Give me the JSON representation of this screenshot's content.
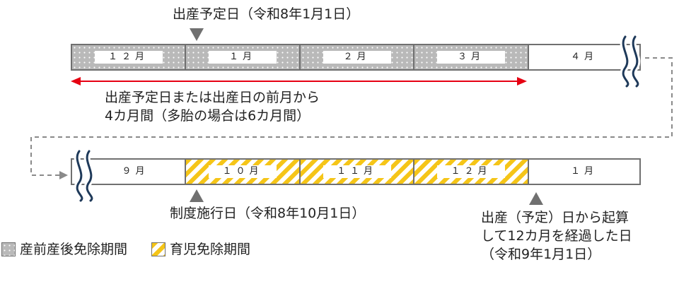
{
  "top_caption": "出産予定日（令和8年1月1日）",
  "top_bar": [
    {
      "label": "１２月",
      "pattern": "dots"
    },
    {
      "label": "１月",
      "pattern": "dots"
    },
    {
      "label": "２月",
      "pattern": "dots"
    },
    {
      "label": "３月",
      "pattern": "dots"
    },
    {
      "label": "４月",
      "pattern": "plain"
    }
  ],
  "period_note_line1": "出産予定日または出産日の前月から",
  "period_note_line2": "4カ月間（多胎の場合は6カ月間）",
  "bottom_bar": [
    {
      "label": "９月",
      "pattern": "plain"
    },
    {
      "label": "１０月",
      "pattern": "stripes"
    },
    {
      "label": "１１月",
      "pattern": "stripes"
    },
    {
      "label": "１２月",
      "pattern": "stripes"
    },
    {
      "label": "１月",
      "pattern": "plain"
    }
  ],
  "enforcement_caption": "制度施行日（令和8年10月1日）",
  "end_caption_line1": "出産（予定）日から起算",
  "end_caption_line2": "して12カ月を経過した日",
  "end_caption_line3": "（令和9年1月1日）",
  "legend": {
    "maternity_label": "産前産後免除期間",
    "childcare_label": "育児免除期間"
  },
  "colors": {
    "border": "#707070",
    "dots_fill": "#b9b9b9",
    "stripe_yellow": "#f5c518",
    "arrow_red": "#e60012",
    "wave_navy": "#1f3a5a",
    "pointer_gray": "#707070"
  }
}
